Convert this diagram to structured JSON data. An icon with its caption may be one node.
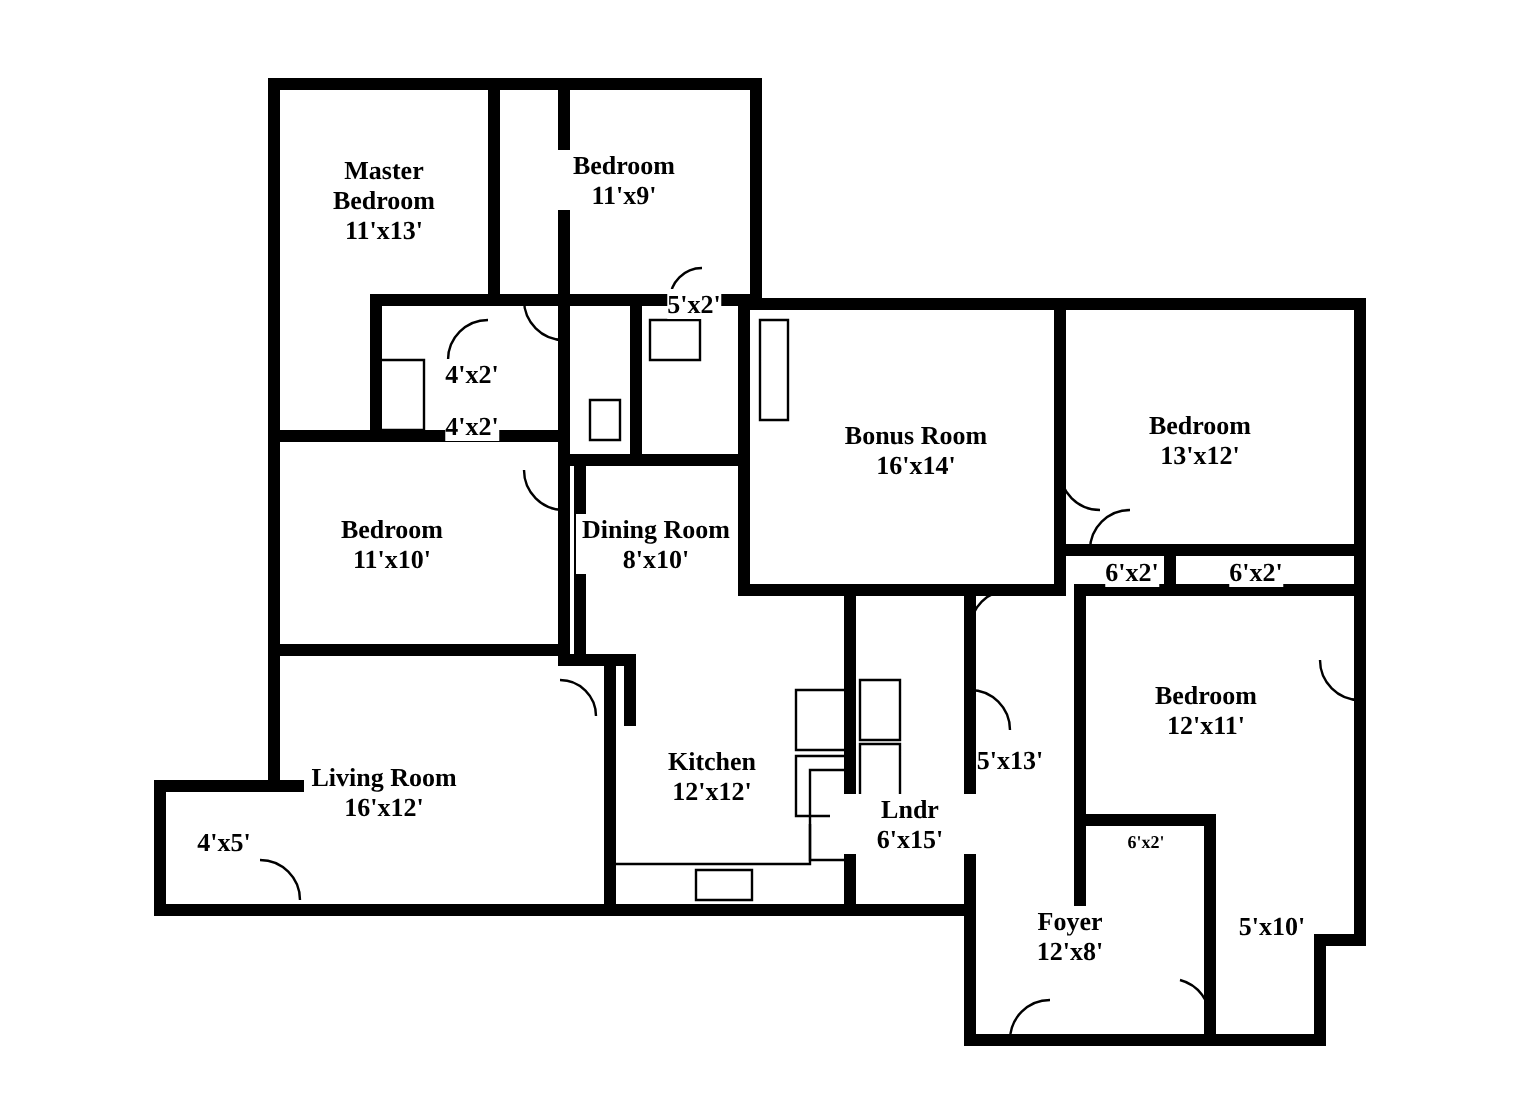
{
  "diagram": {
    "nodes": [
      {
        "text": [
          "Master Bedroom",
          "11'x13'"
        ]
      },
      {
        "text": [
          "Bedroom",
          "11'x9'"
        ]
      },
      {
        "text": [
          "5'x2'"
        ]
      },
      {
        "text": [
          "Bonus Room",
          "16'x14'"
        ]
      },
      {
        "text": [
          "Bedroom",
          "13'x12'"
        ]
      },
      {
        "text": [
          "4'x2'"
        ]
      },
      {
        "text": [
          "4'x2'"
        ]
      },
      {
        "text": [
          "Bedroom",
          "11'x10'"
        ]
      },
      {
        "text": [
          "Dining Room",
          "8'x10'"
        ]
      },
      {
        "text": [
          "6'x2'"
        ]
      },
      {
        "text": [
          "6'x2'"
        ]
      },
      {
        "text": [
          "Bedroom",
          "12'x11'"
        ]
      },
      {
        "text": [
          "Living Room",
          "16'x12'"
        ]
      },
      {
        "text": [
          "Kitchen",
          "12'x12'"
        ]
      },
      {
        "text": [
          "5'x13'"
        ]
      },
      {
        "text": [
          "4'x5'"
        ]
      },
      {
        "text": [
          "Lndr",
          "6'x15'"
        ]
      },
      {
        "text": [
          "6'x2'"
        ]
      },
      {
        "text": [
          "Foyer",
          "12'x8'"
        ]
      },
      {
        "text": [
          "5'x10'"
        ]
      }
    ]
  }
}
